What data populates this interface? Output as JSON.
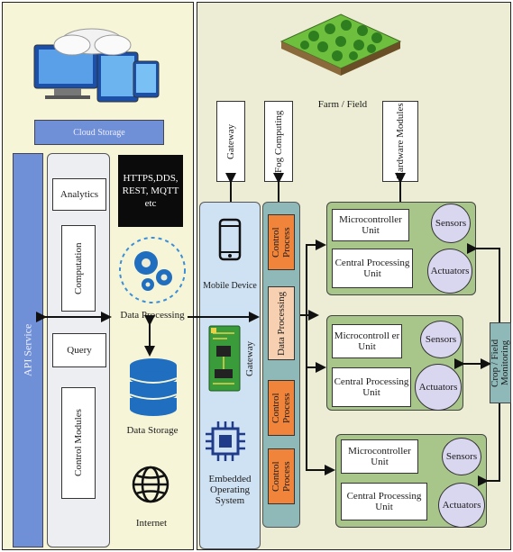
{
  "left": {
    "cloud_storage": "Cloud Storage",
    "api_service": "API Service",
    "analytics": "Analytics",
    "computation": "Computation",
    "query": "Query",
    "control_modules": "Control Modules",
    "protocols": "HTTPS,DDS, REST, MQTT etc",
    "data_processing": "Data Processing",
    "data_storage": "Data Storage",
    "internet": "Internet"
  },
  "right": {
    "farm_field": "Farm / Field",
    "gateway_top": "Gateway",
    "fog_computing": "Fog Computing",
    "hardware_modules": "Hardware Modules",
    "mobile_device": "Mobile Device",
    "gateway": "Gateway",
    "embedded_os": "Embedded Operating System",
    "control_process_1": "Control Process",
    "data_processing": "Data Processing",
    "control_process_2": "Control Process",
    "control_process_3": "Control Process",
    "crop_monitoring": "Crop / Field Monitoring",
    "modules": [
      {
        "mcu": "Microcontroller Unit",
        "cpu": "Central Processing Unit",
        "sensors": "Sensors",
        "actuators": "Actuators"
      },
      {
        "mcu": "Microcontroll er Unit",
        "cpu": "Central Processing Unit",
        "sensors": "Sensors",
        "actuators": "Actuators"
      },
      {
        "mcu": "Microcontroller Unit",
        "cpu": "Central Processing Unit",
        "sensors": "Sensors",
        "actuators": "Actuators"
      }
    ]
  },
  "colors": {
    "panel_left": "#f6f5d8",
    "panel_right": "#ededd5",
    "blue": "#6f8fd6",
    "orange": "#f0843a",
    "green": "#a9c68a",
    "lavender": "#d9d6ef",
    "teal": "#8fb9b9"
  }
}
